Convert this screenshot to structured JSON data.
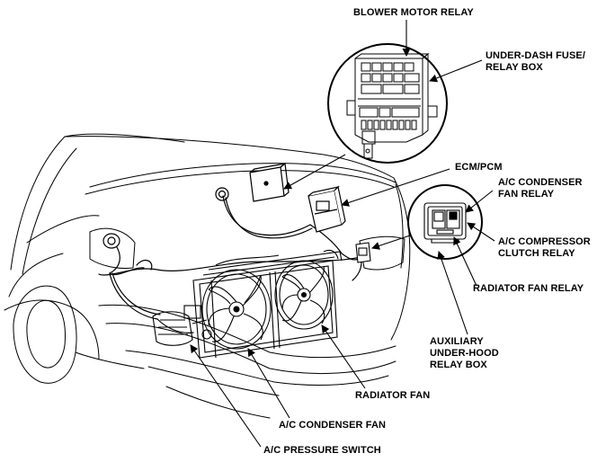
{
  "labels": {
    "blower_motor_relay": "BLOWER MOTOR RELAY",
    "under_dash_fuse_line1": "UNDER-DASH FUSE/",
    "under_dash_fuse_line2": "RELAY BOX",
    "ecm_pcm": "ECM/PCM",
    "ac_condenser_fan_relay_line1": "A/C CONDENSER",
    "ac_condenser_fan_relay_line2": "FAN RELAY",
    "ac_compressor_clutch_relay_line1": "A/C COMPRESSOR",
    "ac_compressor_clutch_relay_line2": "CLUTCH RELAY",
    "radiator_fan_relay": "RADIATOR FAN RELAY",
    "auxiliary_line1": "AUXILIARY",
    "auxiliary_line2": "UNDER-HOOD",
    "auxiliary_line3": "RELAY BOX",
    "radiator_fan": "RADIATOR FAN",
    "ac_condenser_fan": "A/C CONDENSER FAN",
    "ac_pressure_switch": "A/C PRESSURE SWITCH"
  },
  "colors": {
    "line": "#000000",
    "background": "#ffffff"
  }
}
